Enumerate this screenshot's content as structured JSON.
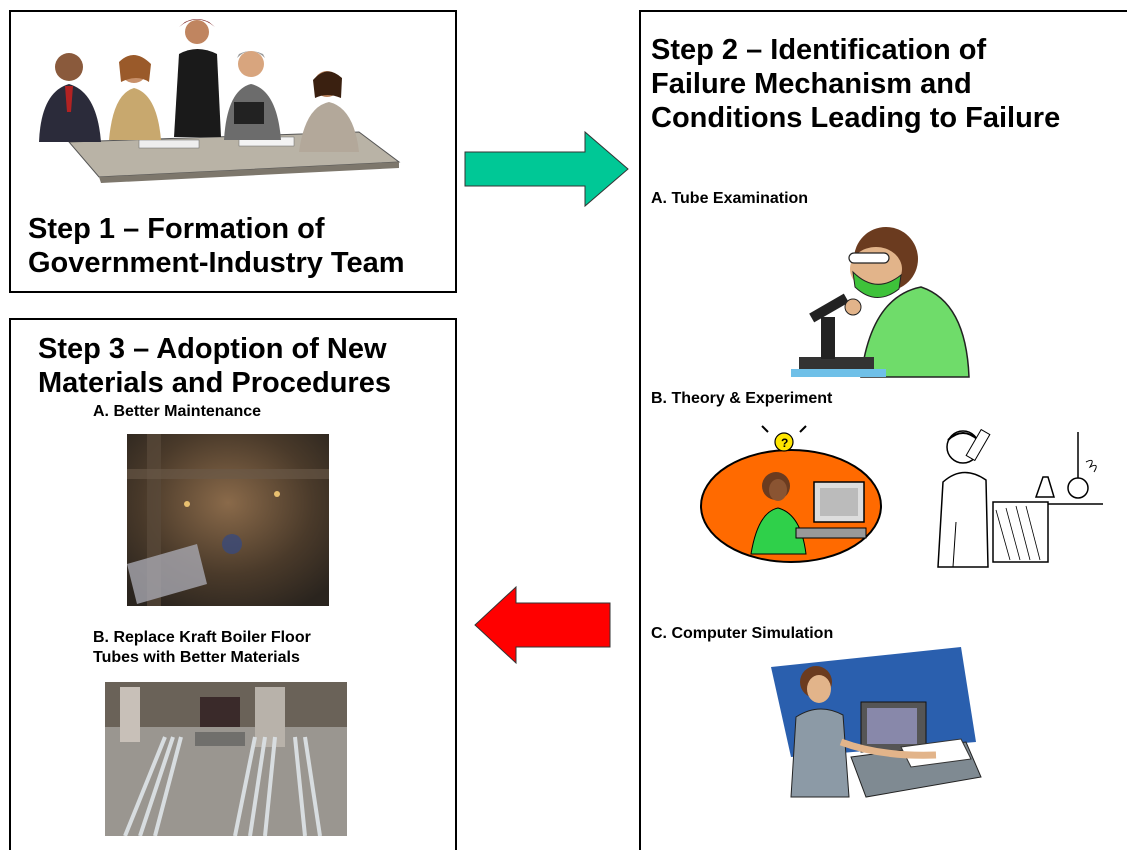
{
  "step1": {
    "title_line1": "Step 1 – Formation of",
    "title_line2": "Government-Industry Team"
  },
  "step2": {
    "title_line1": "Step 2 – Identification of",
    "title_line2": "Failure Mechanism and",
    "title_line3": "Conditions Leading to Failure",
    "sub_a": "A. Tube Examination",
    "sub_b": "B. Theory & Experiment",
    "sub_c": "C. Computer Simulation"
  },
  "step3": {
    "title_line1": "Step 3 – Adoption of New",
    "title_line2": "Materials and Procedures",
    "sub_a": "A. Better Maintenance",
    "sub_b_line1": "B. Replace Kraft Boiler Floor",
    "sub_b_line2": "Tubes with Better Materials"
  },
  "colors": {
    "arrow_right": "#00c896",
    "arrow_left": "#ff0000"
  }
}
